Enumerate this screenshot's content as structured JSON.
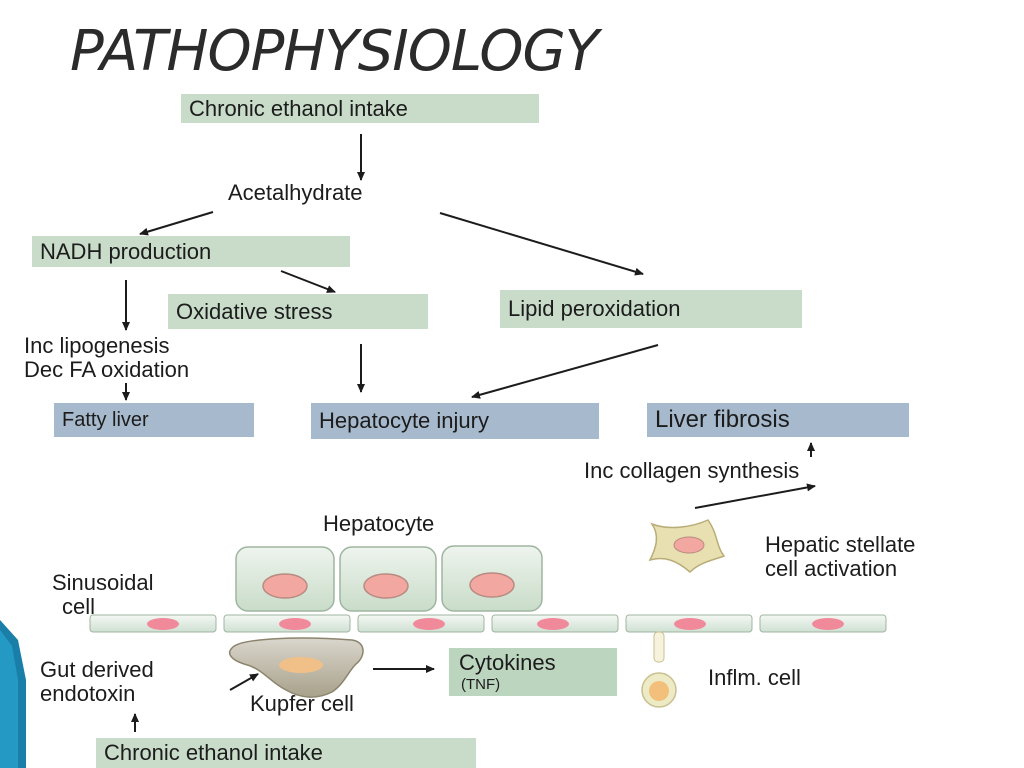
{
  "title": "PATHOPHYSIOLOGY",
  "nodes": {
    "chronic_intake_top": "Chronic ethanol intake",
    "acetalhydrate": "Acetalhydrate",
    "nadh": "NADH production",
    "oxidative_stress": "Oxidative stress",
    "lipid_peroxidation": "Lipid peroxidation",
    "inc_lipogenesis": "Inc lipogenesis",
    "dec_fa_oxidation": "Dec FA oxidation",
    "fatty_liver": "Fatty liver",
    "hepatocyte_injury": "Hepatocyte injury",
    "liver_fibrosis": "Liver fibrosis",
    "inc_collagen": "Inc collagen synthesis",
    "hepatocyte_label": "Hepatocyte",
    "sinusoidal_1": "Sinusoidal",
    "sinusoidal_2": "cell",
    "stellate_1": "Hepatic stellate",
    "stellate_2": "cell activation",
    "gut_1": "Gut derived",
    "gut_2": "endotoxin",
    "kupfer": "Kupfer cell",
    "cytokines": "Cytokines",
    "tnf": "(TNF)",
    "inflm_cell": "Inflm. cell",
    "chronic_intake_bottom": "Chronic ethanol intake"
  },
  "colors": {
    "green_box": "#c8dcc9",
    "blue_box": "#a7b9cd",
    "cell_body": "#dbe8db",
    "nucleus": "#f2a8a0",
    "accent": "#1a7fa8"
  }
}
